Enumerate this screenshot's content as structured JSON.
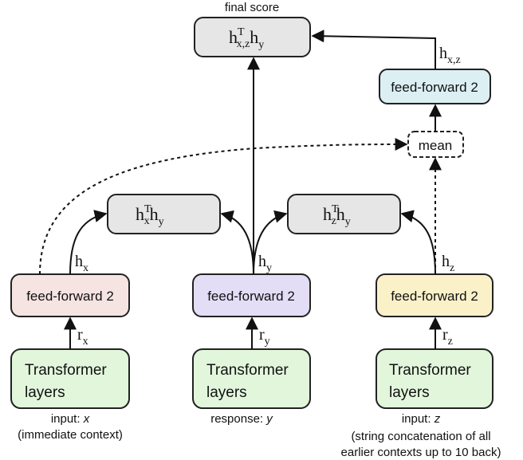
{
  "labels": {
    "final_score": "final score",
    "mean": "mean",
    "ff_x": "feed-forward 2",
    "ff_y": "feed-forward 2",
    "ff_z": "feed-forward 2",
    "ff_top": "feed-forward 2",
    "transformer_x_line1": "Transformer",
    "transformer_x_line2": "layers",
    "transformer_y_line1": "Transformer",
    "transformer_y_line2": "layers",
    "transformer_z_line1": "Transformer",
    "transformer_z_line2": "layers",
    "input_x_prefix": "input: ",
    "input_x_var": "x",
    "input_x_note": "(immediate context)",
    "response_prefix": "response: ",
    "response_var": "y",
    "input_z_prefix": "input: ",
    "input_z_var": "z",
    "input_z_note1": "(string concatenation of all",
    "input_z_note2": "earlier contexts up to 10 back)"
  },
  "math": {
    "h": "h",
    "r": "r",
    "T": "T",
    "x": "x",
    "y": "y",
    "z": "z",
    "xz": "x,z"
  },
  "colors": {
    "gray_box": "#e6e6e6",
    "ff_x": "#f5e4e2",
    "ff_y": "#e4ddf6",
    "ff_z": "#fbf1c9",
    "ff_top": "#dcefF3",
    "transformer": "#e2f6dc",
    "stroke": "#222222"
  }
}
